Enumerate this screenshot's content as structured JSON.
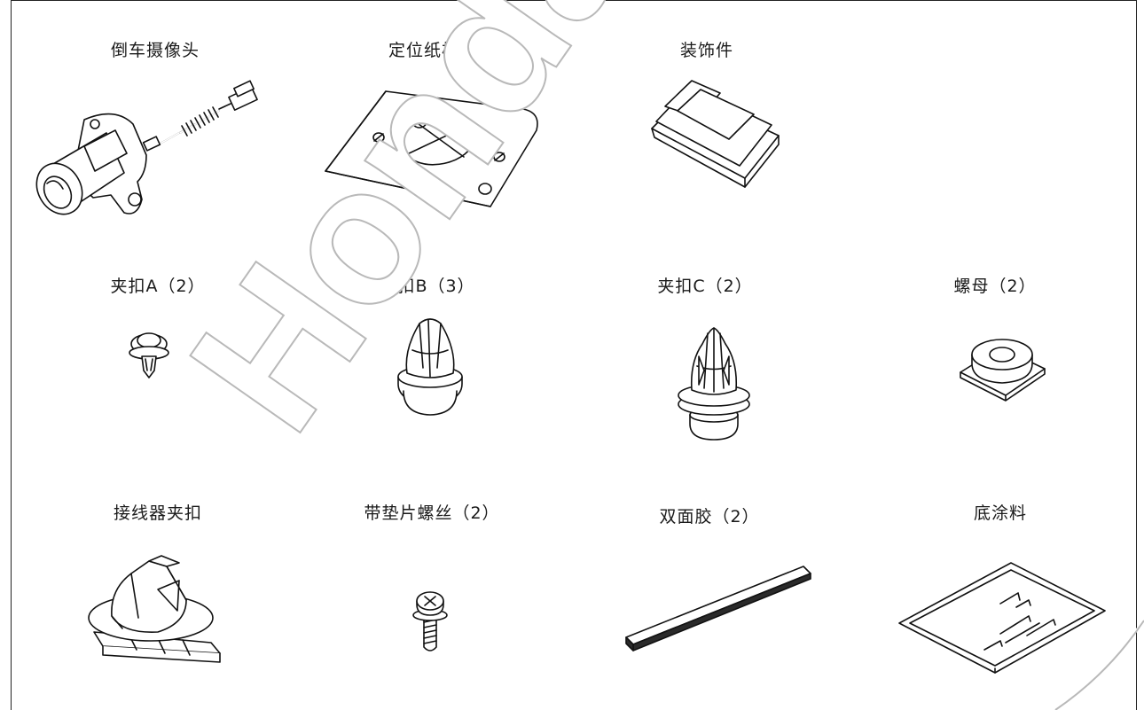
{
  "watermark": "Honda Ac",
  "parts": {
    "camera": "倒车摄像头",
    "template": "定位纸板",
    "garnish": "装饰件",
    "clip_a": "夹扣A（2）",
    "clip_b": "夹扣B（3）",
    "clip_c": "夹扣C（2）",
    "nut": "螺母（2）",
    "connector_clip": "接线器夹扣",
    "washer_screw": "带垫片螺丝（2）",
    "tape": "双面胶（2）",
    "primer": "底涂料"
  }
}
